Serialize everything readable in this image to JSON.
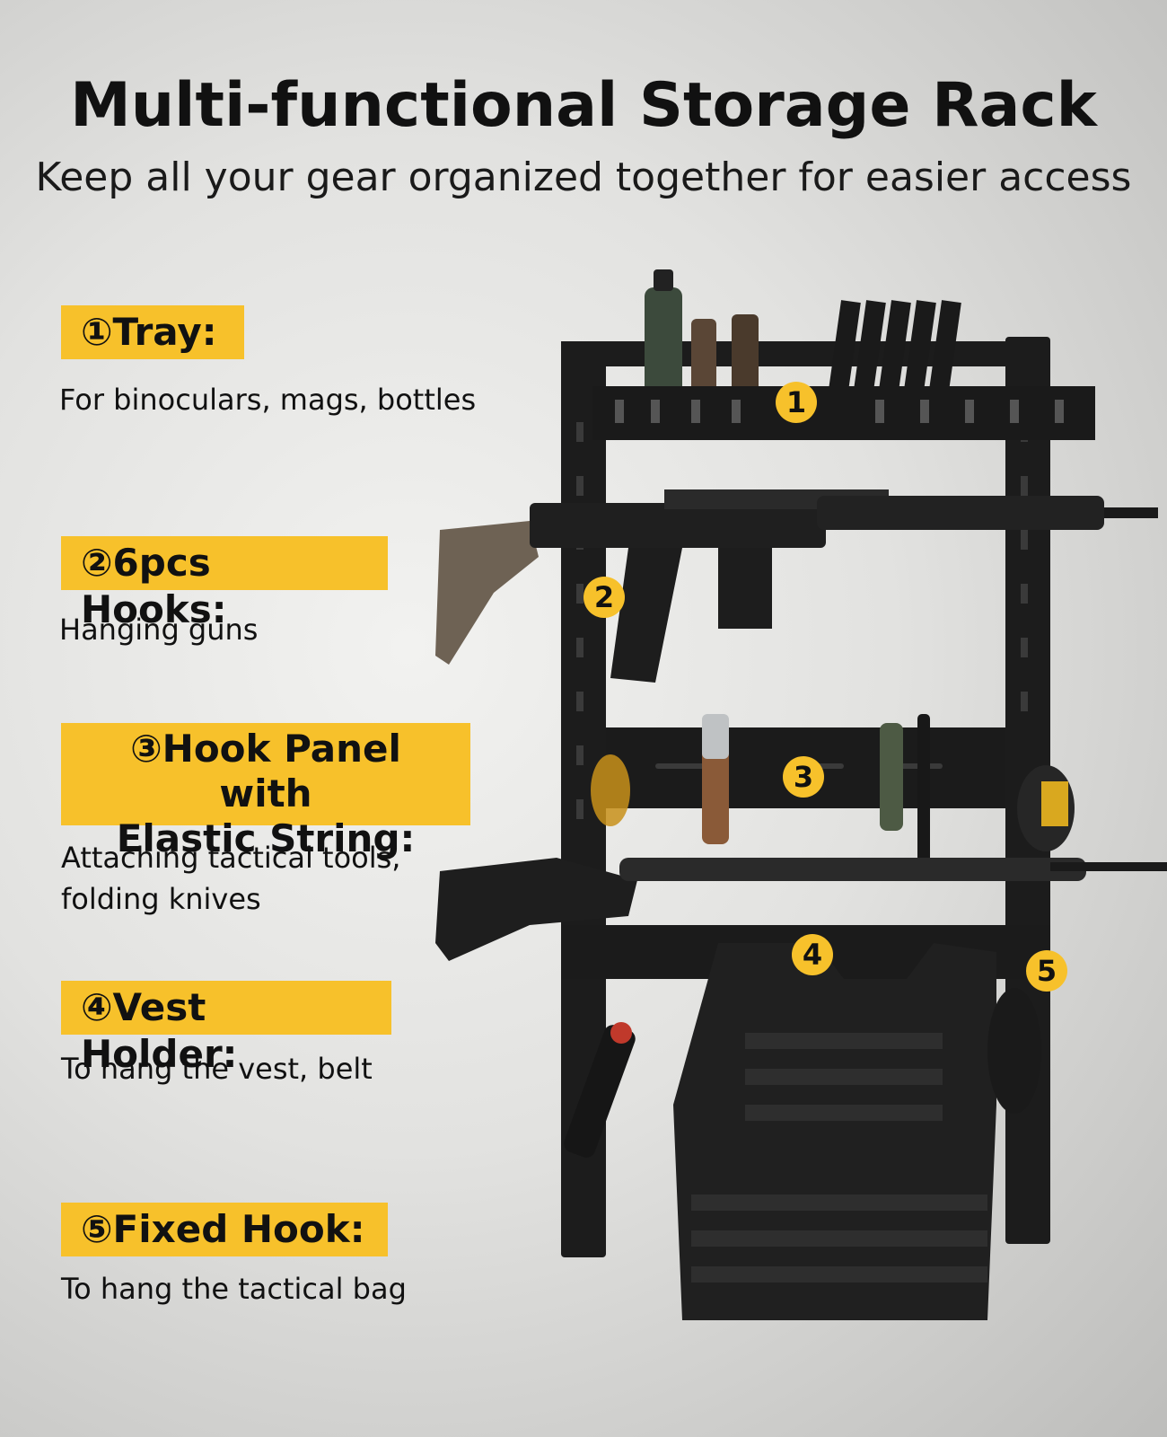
{
  "header": {
    "title": "Multi-functional Storage Rack",
    "subtitle": "Keep all your gear organized together for easier access"
  },
  "features": [
    {
      "label": "①Tray:",
      "description": "For binoculars, mags, bottles"
    },
    {
      "label": "②6pcs Hooks:",
      "description": "Hanging guns"
    },
    {
      "label_line1": "③Hook Panel with",
      "label_line2": "Elastic String:",
      "description_line1": "Attaching tactical tools,",
      "description_line2": "folding knives"
    },
    {
      "label": "④Vest Holder:",
      "description": "To hang the vest, belt"
    },
    {
      "label": "⑤Fixed Hook:",
      "description": "To hang the tactical bag"
    }
  ],
  "badges": [
    "1",
    "2",
    "3",
    "4",
    "5"
  ],
  "colors": {
    "accent": "#f7c12b",
    "rack": "#1c1c1c"
  }
}
